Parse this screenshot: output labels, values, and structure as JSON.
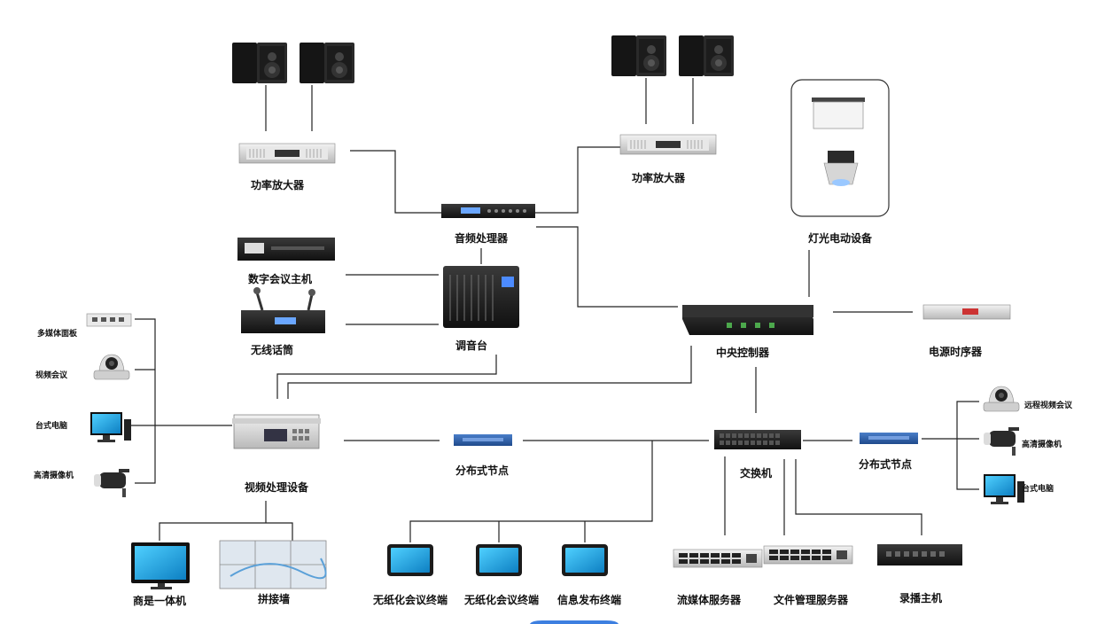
{
  "labels": {
    "amp_left": "功率放大器",
    "amp_right": "功率放大器",
    "audio_processor": "音频处理器",
    "lighting": "灯光电动设备",
    "conference_host": "数字会议主机",
    "wireless_mic": "无线话筒",
    "mixer": "调音台",
    "central_controller": "中央控制器",
    "power_sequencer": "电源时序器",
    "multimedia_panel": "多媒体面板",
    "video_conference": "视频会议",
    "desktop_pc_left": "台式电脑",
    "hd_camera_left": "高清摄像机",
    "video_processor": "视频处理设备",
    "distributed_node_left": "分布式节点",
    "switch": "交换机",
    "distributed_node_right": "分布式节点",
    "remote_video_conference": "远程视频会议",
    "hd_camera_right": "高清摄像机",
    "desktop_pc_right": "台式电脑",
    "commercial_display": "商是一体机",
    "splicing_wall": "拼接墙",
    "paperless_terminal_1": "无纸化会议终端",
    "paperless_terminal_2": "无纸化会议终端",
    "info_release_terminal": "信息发布终端",
    "streaming_server": "流媒体服务器",
    "file_server": "文件管理服务器",
    "recording_host": "录播主机"
  },
  "icons": {
    "speaker": "speaker-icon",
    "amplifier": "amplifier-icon",
    "rack_device": "rack-device-icon",
    "projector_screen": "projector-screen-icon",
    "spotlight": "spotlight-icon",
    "mixer": "mixer-icon",
    "microphone": "microphone-icon",
    "ptz_camera": "ptz-camera-icon",
    "bullet_camera": "bullet-camera-icon",
    "monitor": "monitor-icon",
    "tablet": "tablet-icon",
    "server": "server-icon",
    "network_switch": "network-switch-icon"
  },
  "colors": {
    "line": "#222222",
    "device_dark": "#1b1b1b",
    "device_silver": "#d9d9d9",
    "node_blue": "#2f5fa8",
    "screen_blue": "#1aa7e0",
    "accent_blue": "#3d7fe0"
  }
}
